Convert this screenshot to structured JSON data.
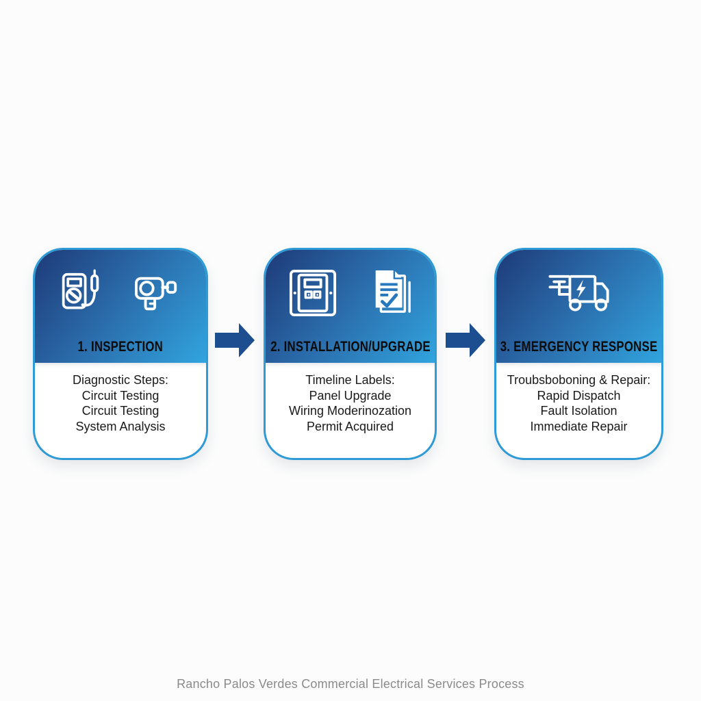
{
  "page": {
    "background_color": "#fcfcfc",
    "caption": "Rancho Palos Verdes Commercial Electrical Services Process"
  },
  "colors": {
    "header_gradient_start": "#1e3a78",
    "header_gradient_mid": "#2b6cab",
    "header_gradient_end": "#31a4de",
    "card_border": "#2e9ad6",
    "arrow": "#1d4e8f",
    "title_text": "#0b0b0b",
    "body_text": "#191919",
    "caption_text": "#8a8a8a",
    "icon_stroke": "#ffffff",
    "document_accent": "#2777bd"
  },
  "steps": [
    {
      "title": "1. INSPECTION",
      "icons": [
        "multimeter-icon",
        "thermal-camera-icon"
      ],
      "lines": [
        "Diagnostic Steps:",
        "Circuit Testing",
        "Circuit Testing",
        "System Analysis"
      ]
    },
    {
      "title": "2. INSTALLATION/UPGRADE",
      "icons": [
        "electrical-panel-icon",
        "permit-documents-icon"
      ],
      "lines": [
        "Timeline Labels:",
        "Panel Upgrade",
        "Wiring Moderinozation",
        "Permit Acquired"
      ]
    },
    {
      "title": "3. EMERGENCY RESPONSE",
      "icons": [
        "service-truck-icon"
      ],
      "lines": [
        "Troubsboboning & Repair:",
        "Rapid Dispatch",
        "Fault Isolation",
        "Immediate Repair"
      ]
    }
  ],
  "arrows": [
    "right-arrow",
    "right-arrow"
  ]
}
